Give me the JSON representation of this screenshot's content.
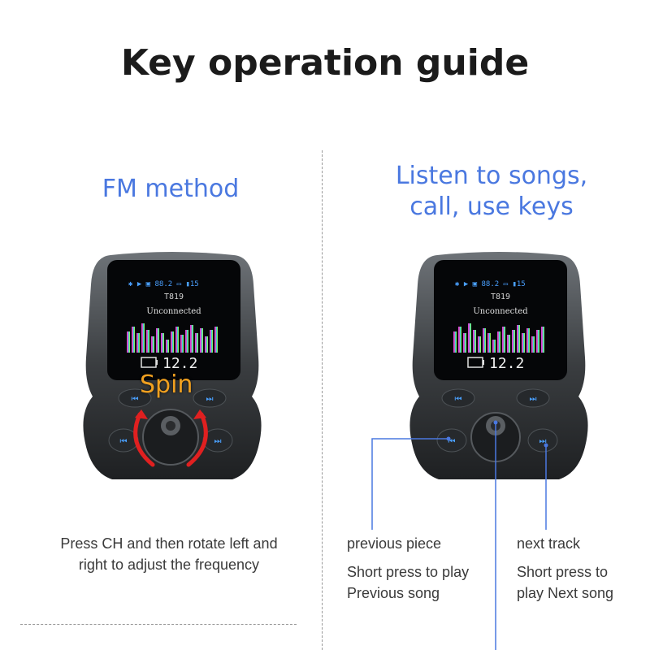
{
  "title": "Key operation guide",
  "left_panel": {
    "heading": "FM method",
    "spin_label": "Spin",
    "caption_lines": [
      "Press CH and then rotate left and",
      "right to adjust the frequency"
    ]
  },
  "right_panel": {
    "heading_lines": [
      "Listen to songs,",
      "call, use keys"
    ],
    "previous": {
      "title": "previous piece",
      "desc_lines": [
        "Short press to play",
        "Previous song"
      ]
    },
    "next": {
      "title": "next track",
      "desc_lines": [
        "Short press to",
        "play Next song"
      ]
    }
  },
  "device_screen": {
    "model": "T819",
    "status": "Unconnected",
    "voltage": "12.2",
    "battery_level": "15",
    "frequency_display": "88.2"
  },
  "colors": {
    "heading": "#4a78e0",
    "callout_line": "#4a78e0",
    "spin_arrow": "#e02020",
    "spin_text": "#f0a020"
  },
  "icons": [
    "previous-track-icon",
    "next-track-icon",
    "bluetooth-icon",
    "battery-icon",
    "rotary-knob-icon"
  ]
}
